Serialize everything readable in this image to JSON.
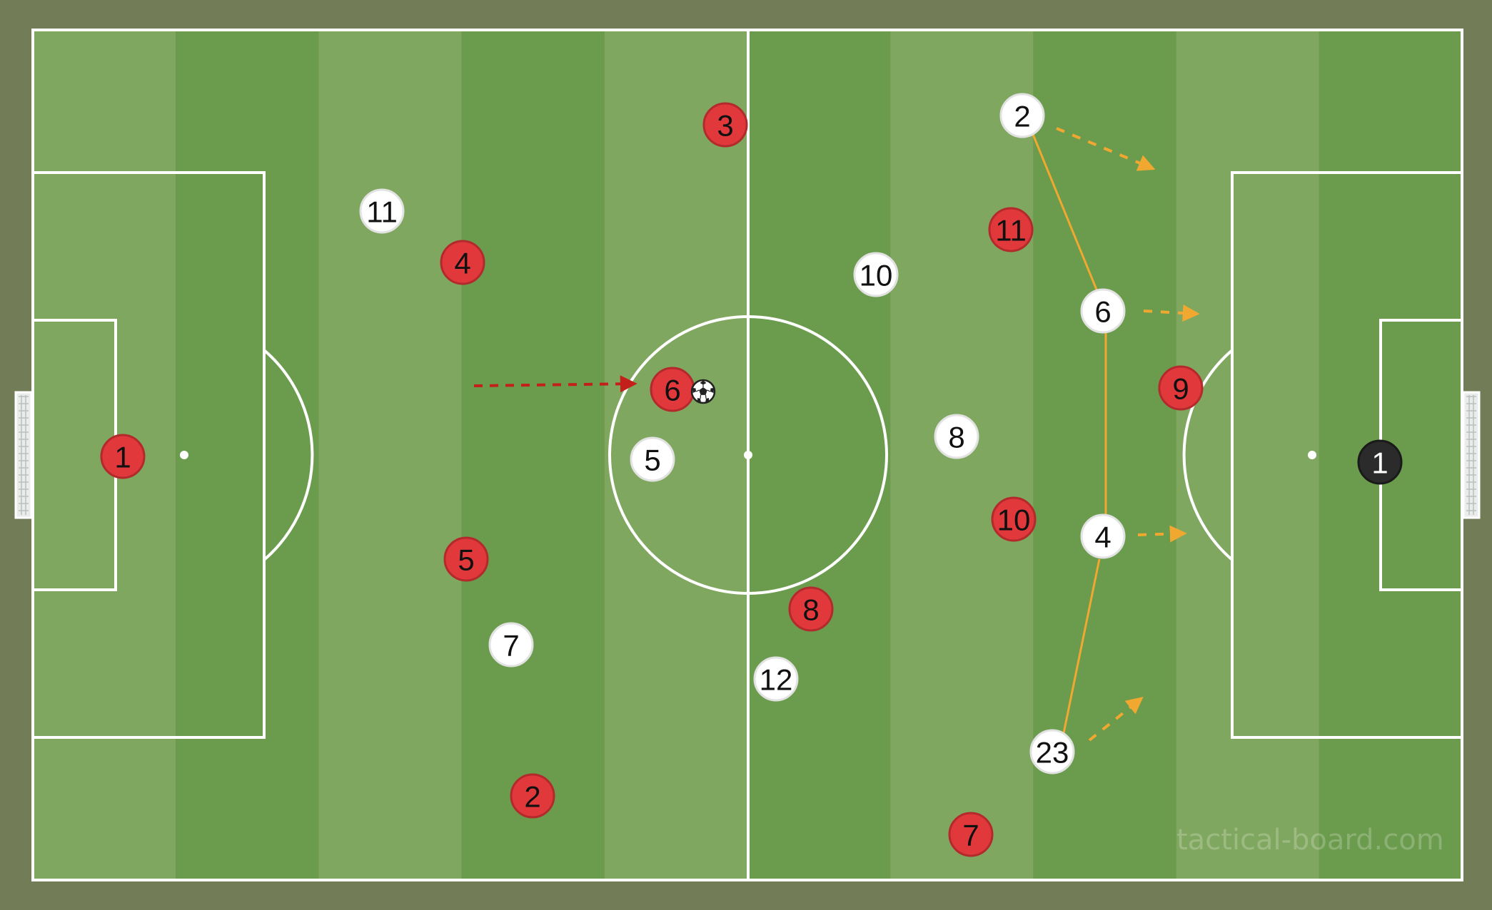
{
  "board": {
    "watermark": "tactical-board.com"
  },
  "colors": {
    "background": "#727c57",
    "stripe_light": "#80a75f",
    "stripe_dark": "#6b9b4d",
    "lines": "#ffffff",
    "team_red": "#e0383b",
    "team_red_border": "#b32a2c",
    "team_white": "#ffffff",
    "goalkeeper_black": "#2b2b2b",
    "run_arrow_orange": "#f0a830",
    "pass_arrow_red": "#c4201b"
  },
  "red_team": [
    "1",
    "2",
    "3",
    "4",
    "5",
    "6",
    "7",
    "8",
    "9",
    "10",
    "11"
  ],
  "white_team": [
    "2",
    "4",
    "5",
    "6",
    "7",
    "8",
    "10",
    "11",
    "12",
    "23"
  ],
  "opponent_goalkeeper": "1",
  "ball": "soccer-ball-icon",
  "links": "orange lines connecting white 2, 6, 4 and 23",
  "arrows": "dashed orange runs from white 2, 6, 4, 23; dashed red pass arrow toward red 6"
}
